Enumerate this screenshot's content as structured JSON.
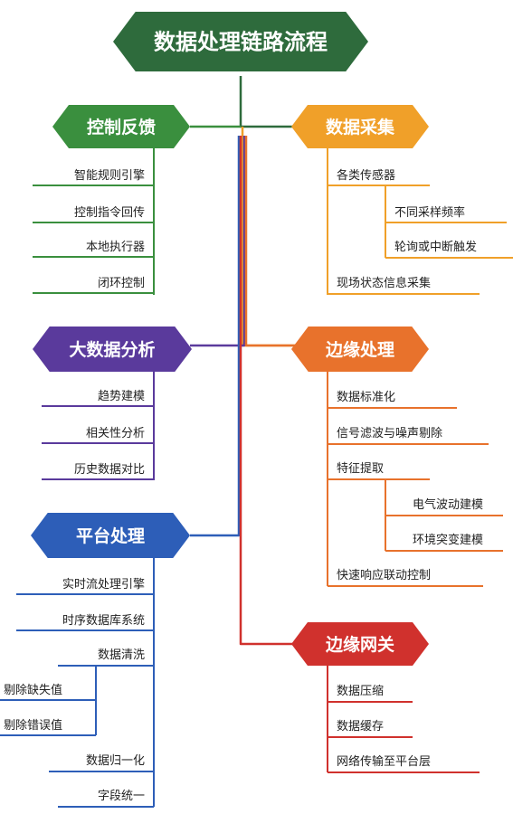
{
  "title": "数据处理链路流程",
  "colors": {
    "root": "#2e6b3c",
    "control": "#3a8f3e",
    "collect": "#f0a029",
    "analysis": "#5a3a9c",
    "edge": "#e8722c",
    "platform": "#2d5eb8",
    "gateway": "#d0312d"
  },
  "branches": [
    {
      "key": "control",
      "label": "控制反馈",
      "items": [
        "智能规则引擎",
        "控制指令回传",
        "本地执行器",
        "闭环控制"
      ]
    },
    {
      "key": "collect",
      "label": "数据采集",
      "items": [
        "各类传感器",
        "不同采样频率",
        "轮询或中断触发",
        "现场状态信息采集"
      ]
    },
    {
      "key": "analysis",
      "label": "大数据分析",
      "items": [
        "趋势建模",
        "相关性分析",
        "历史数据对比"
      ]
    },
    {
      "key": "edge",
      "label": "边缘处理",
      "items": [
        "数据标准化",
        "信号滤波与噪声剔除",
        "特征提取",
        "电气波动建模",
        "环境突变建模",
        "快速响应联动控制"
      ]
    },
    {
      "key": "platform",
      "label": "平台处理",
      "items": [
        "实时流处理引擎",
        "时序数据库系统",
        "数据清洗",
        "剔除缺失值",
        "剔除错误值",
        "数据归一化",
        "字段统一"
      ]
    },
    {
      "key": "gateway",
      "label": "边缘网关",
      "items": [
        "数据压缩",
        "数据缓存",
        "网络传输至平台层"
      ]
    }
  ]
}
